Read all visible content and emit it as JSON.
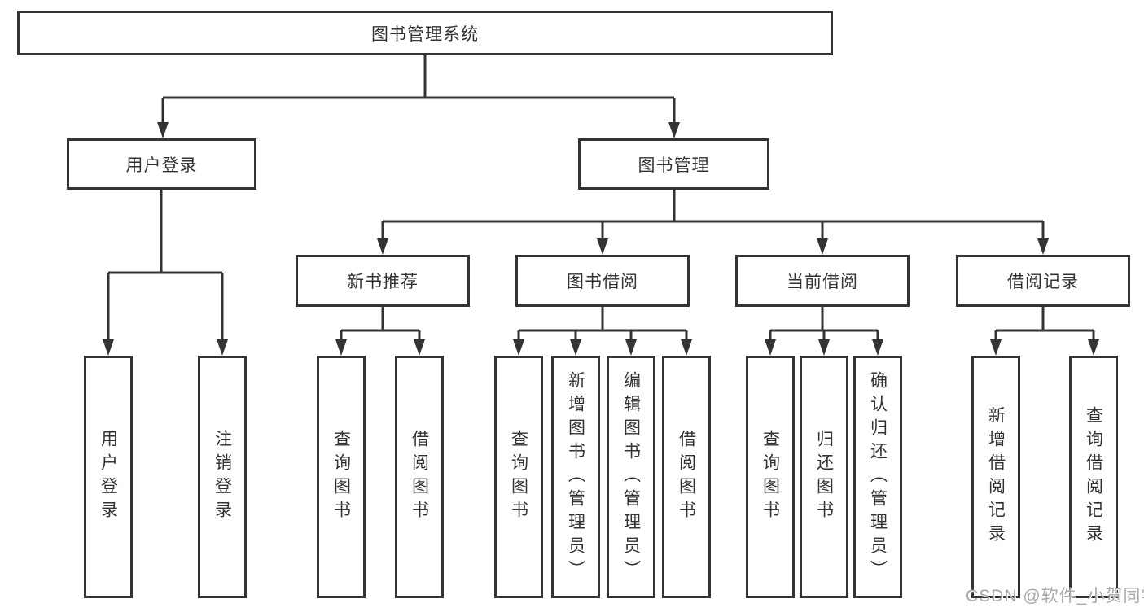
{
  "diagram": {
    "title_node": {
      "label": "图书管理系统"
    },
    "level2": [
      {
        "label": "用户登录"
      },
      {
        "label": "图书管理"
      }
    ],
    "level3": [
      {
        "label": "新书推荐",
        "parent": "图书管理"
      },
      {
        "label": "图书借阅",
        "parent": "图书管理"
      },
      {
        "label": "当前借阅",
        "parent": "图书管理"
      },
      {
        "label": "借阅记录",
        "parent": "图书管理"
      }
    ],
    "leaves": [
      {
        "label": "用户登录",
        "parent": "用户登录"
      },
      {
        "label": "注销登录",
        "parent": "用户登录"
      },
      {
        "label": "查询图书",
        "parent": "新书推荐"
      },
      {
        "label": "借阅图书",
        "parent": "新书推荐"
      },
      {
        "label": "查询图书",
        "parent": "图书借阅"
      },
      {
        "label": "新增图书（管理员）",
        "parent": "图书借阅"
      },
      {
        "label": "编辑图书（管理员）",
        "parent": "图书借阅"
      },
      {
        "label": "借阅图书",
        "parent": "图书借阅"
      },
      {
        "label": "查询图书",
        "parent": "当前借阅"
      },
      {
        "label": "归还图书",
        "parent": "当前借阅"
      },
      {
        "label": "确认归还（管理员）",
        "parent": "当前借阅"
      },
      {
        "label": "新增借阅记录",
        "parent": "借阅记录"
      },
      {
        "label": "查询借阅记录",
        "parent": "借阅记录"
      }
    ],
    "watermark": "CSDN @软件_小贺同学",
    "colors": {
      "line": "#333333",
      "text": "#333333",
      "watermark_text": "#a9a9a9",
      "background": "#ffffff"
    }
  }
}
